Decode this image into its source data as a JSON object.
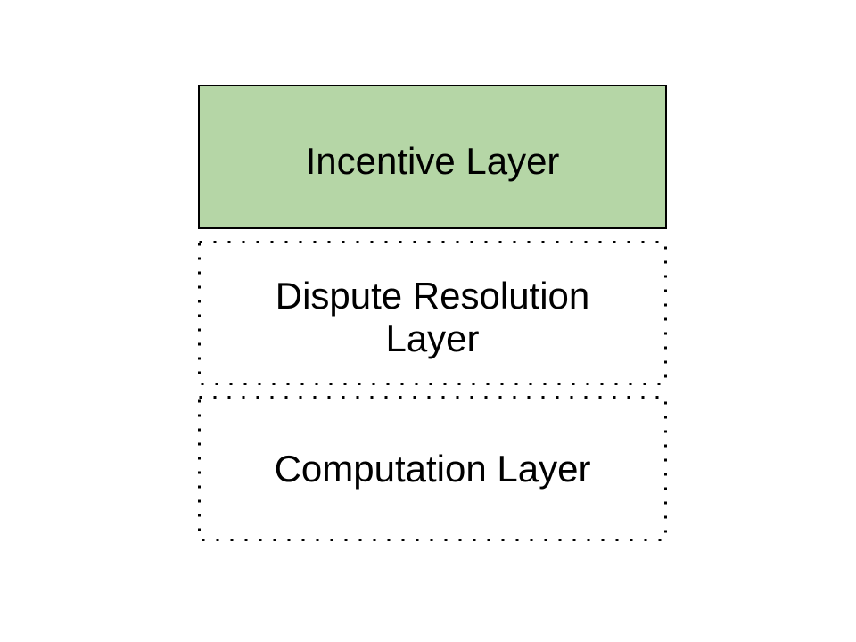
{
  "page": {
    "background_color": "#ffffff",
    "text_color": "#000000"
  },
  "diagram": {
    "type": "stacked-layers",
    "boxes": [
      {
        "id": "incentive",
        "label": "Incentive Layer",
        "fill": "#b5d6a6",
        "border_style": "solid",
        "border_color": "#000000"
      },
      {
        "id": "dispute-resolution",
        "label": "Dispute Resolution Layer",
        "fill": "#ffffff",
        "border_style": "dotted",
        "border_color": "#000000"
      },
      {
        "id": "computation",
        "label": "Computation Layer",
        "fill": "#ffffff",
        "border_style": "dotted",
        "border_color": "#000000"
      }
    ]
  }
}
